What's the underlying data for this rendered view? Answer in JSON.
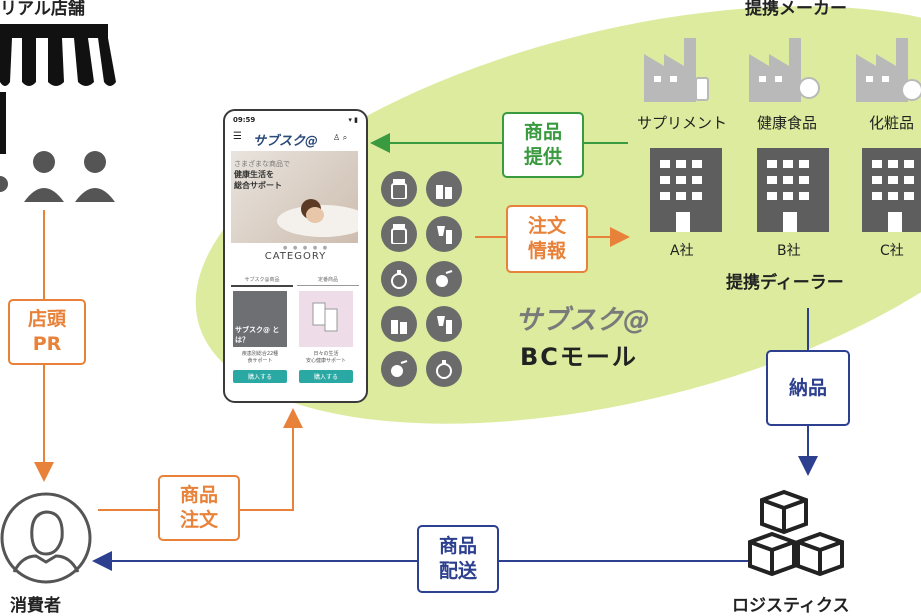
{
  "store": {
    "title": "リアル店舗"
  },
  "makers": {
    "title": "提携メーカー",
    "items": [
      {
        "label": "サプリメント",
        "icon": "factory-supplement-icon"
      },
      {
        "label": "健康食品",
        "icon": "factory-food-icon"
      },
      {
        "label": "化粧品",
        "icon": "factory-cosmetics-icon"
      }
    ]
  },
  "dealers": {
    "title": "提携ディーラー",
    "items": [
      {
        "label": "A社"
      },
      {
        "label": "B社"
      },
      {
        "label": "C社"
      }
    ]
  },
  "arrows": {
    "supply": "商品\n提供",
    "order_info": "注文\n情報",
    "store_pr": "店頭\nPR",
    "product_order": "商品\n注文",
    "delivery_in": "納品",
    "shipping": "商品\n配送"
  },
  "brand": {
    "logo": "サブスク@",
    "mall": "BCモール"
  },
  "consumer": {
    "label": "消費者"
  },
  "logistics": {
    "label": "ロジスティクス"
  },
  "phone": {
    "time": "09:59",
    "logo": "サブスク@",
    "hero_line1": "さまざまな商品で",
    "hero_line2": "健康生活を\n総合サポート",
    "category": "CATEGORY",
    "tabs": [
      "サブスク@商品",
      "定番商品"
    ],
    "cards": [
      {
        "overlay": "サブスク@ とは？",
        "caption": "疾患別総合22種\n食サポート",
        "button": "購入する"
      },
      {
        "caption": "日々の生活\n安心健康サポート",
        "button": "購入する"
      }
    ]
  },
  "colors": {
    "green": "#3a9a3f",
    "orange": "#e8823a",
    "navy": "#2d3f8f",
    "ellipse": "#dceb9e",
    "gray": "#6b6b6b"
  }
}
